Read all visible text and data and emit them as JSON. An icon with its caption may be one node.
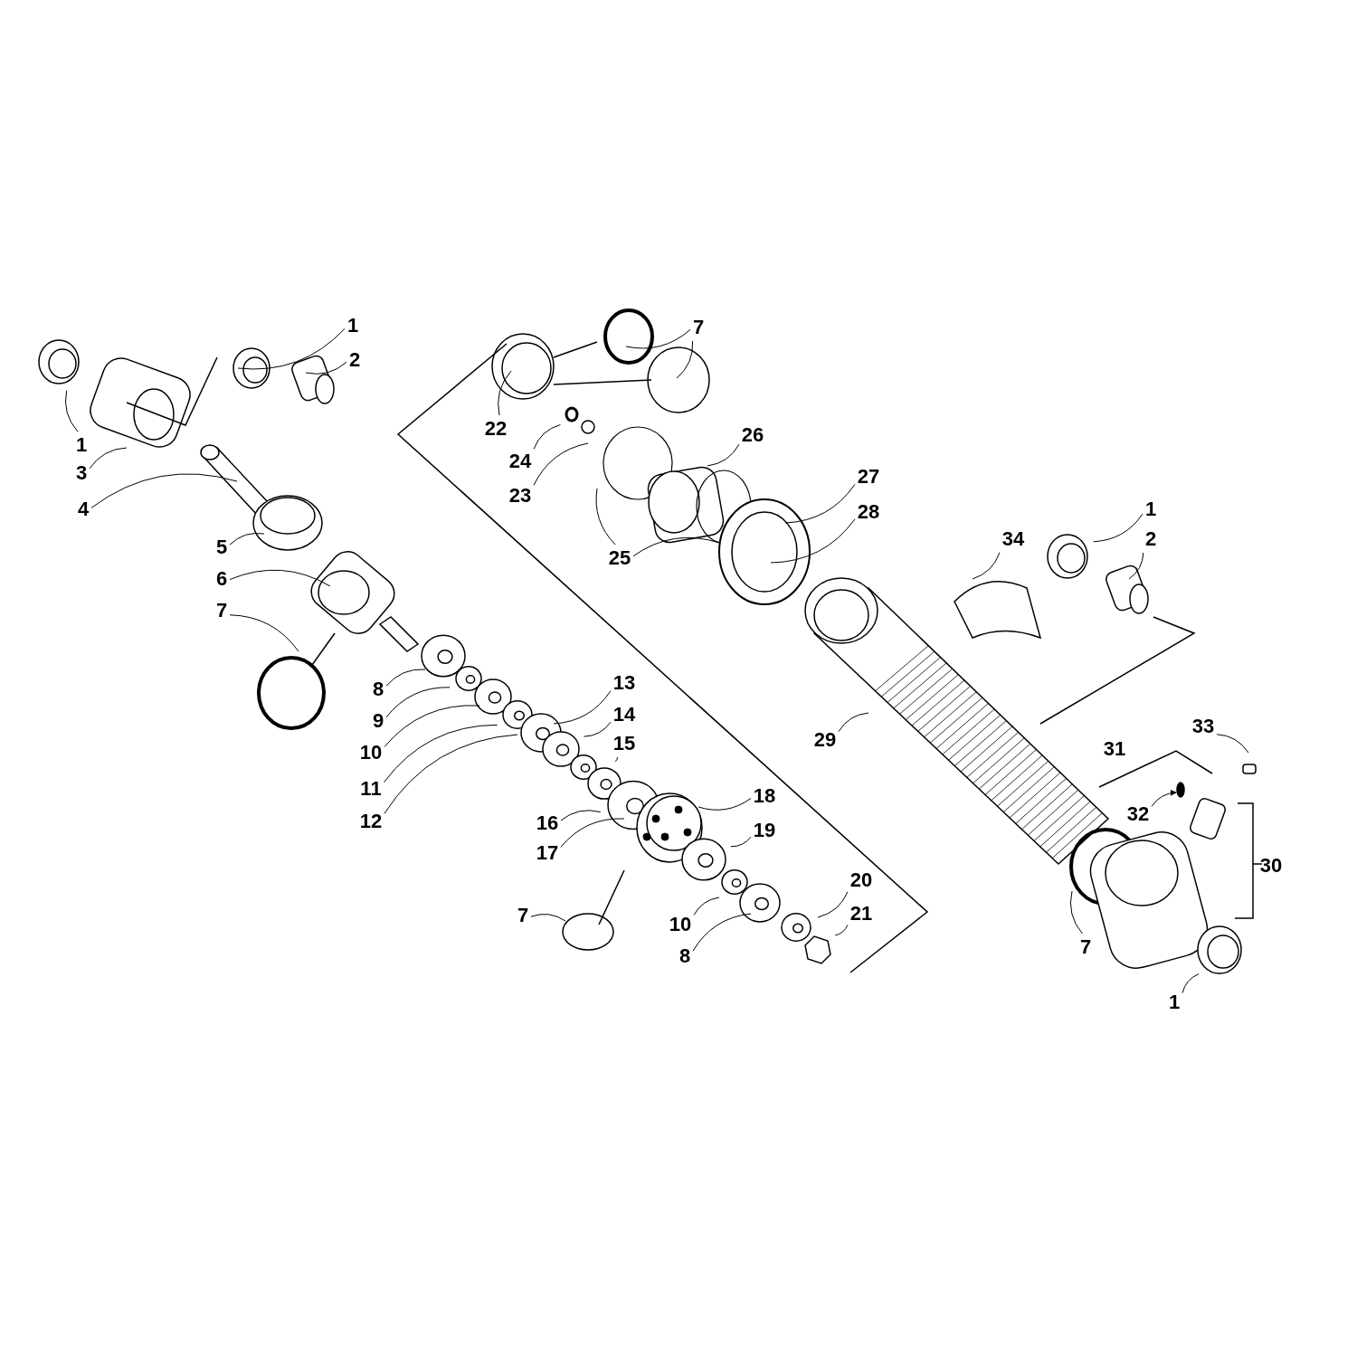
{
  "diagram": {
    "nodes": [
      {
        "text": [
          "1"
        ]
      },
      {
        "text": [
          "2"
        ]
      },
      {
        "text": [
          "1"
        ]
      },
      {
        "text": [
          "3"
        ]
      },
      {
        "text": [
          "4"
        ]
      },
      {
        "text": [
          "5"
        ]
      },
      {
        "text": [
          "6"
        ]
      },
      {
        "text": [
          "7"
        ]
      },
      {
        "text": [
          "8"
        ]
      },
      {
        "text": [
          "9"
        ]
      },
      {
        "text": [
          "10"
        ]
      },
      {
        "text": [
          "11"
        ]
      },
      {
        "text": [
          "12"
        ]
      },
      {
        "text": [
          "13"
        ]
      },
      {
        "text": [
          "14"
        ]
      },
      {
        "text": [
          "15"
        ]
      },
      {
        "text": [
          "16"
        ]
      },
      {
        "text": [
          "17"
        ]
      },
      {
        "text": [
          "18"
        ]
      },
      {
        "text": [
          "19"
        ]
      },
      {
        "text": [
          "7"
        ]
      },
      {
        "text": [
          "10"
        ]
      },
      {
        "text": [
          "8"
        ]
      },
      {
        "text": [
          "20"
        ]
      },
      {
        "text": [
          "21"
        ]
      },
      {
        "text": [
          "7"
        ]
      },
      {
        "text": [
          "22"
        ]
      },
      {
        "text": [
          "24"
        ]
      },
      {
        "text": [
          "23"
        ]
      },
      {
        "text": [
          "26"
        ]
      },
      {
        "text": [
          "27"
        ]
      },
      {
        "text": [
          "28"
        ]
      },
      {
        "text": [
          "25"
        ]
      },
      {
        "text": [
          "34"
        ]
      },
      {
        "text": [
          "1"
        ]
      },
      {
        "text": [
          "2"
        ]
      },
      {
        "text": [
          "29"
        ]
      },
      {
        "text": [
          "31"
        ]
      },
      {
        "text": [
          "33"
        ]
      },
      {
        "text": [
          "32"
        ]
      },
      {
        "text": [
          "30"
        ]
      },
      {
        "text": [
          "7"
        ]
      },
      {
        "text": [
          "1"
        ]
      }
    ],
    "edges": [
      {
        "from": 0,
        "to": null,
        "arrow": "none"
      },
      {
        "from": 1,
        "to": null,
        "arrow": "none"
      },
      {
        "from": 2,
        "to": null,
        "arrow": "none"
      },
      {
        "from": 3,
        "to": null,
        "arrow": "none"
      },
      {
        "from": 4,
        "to": null,
        "arrow": "none"
      },
      {
        "from": 5,
        "to": null,
        "arrow": "none"
      },
      {
        "from": 6,
        "to": null,
        "arrow": "none"
      },
      {
        "from": 7,
        "to": null,
        "arrow": "none"
      },
      {
        "from": 8,
        "to": null,
        "arrow": "none"
      },
      {
        "from": 9,
        "to": null,
        "arrow": "none"
      },
      {
        "from": 10,
        "to": null,
        "arrow": "none"
      },
      {
        "from": 11,
        "to": null,
        "arrow": "none"
      },
      {
        "from": 12,
        "to": null,
        "arrow": "none"
      },
      {
        "from": 13,
        "to": null,
        "arrow": "none"
      },
      {
        "from": 14,
        "to": null,
        "arrow": "none"
      },
      {
        "from": 15,
        "to": null,
        "arrow": "none"
      },
      {
        "from": 16,
        "to": null,
        "arrow": "none"
      },
      {
        "from": 17,
        "to": null,
        "arrow": "none"
      },
      {
        "from": 18,
        "to": null,
        "arrow": "none"
      },
      {
        "from": 19,
        "to": null,
        "arrow": "none"
      },
      {
        "from": 20,
        "to": null,
        "arrow": "none"
      },
      {
        "from": 21,
        "to": null,
        "arrow": "none"
      },
      {
        "from": 22,
        "to": null,
        "arrow": "none"
      },
      {
        "from": 23,
        "to": null,
        "arrow": "none"
      },
      {
        "from": 24,
        "to": null,
        "arrow": "none"
      },
      {
        "from": 25,
        "to": null,
        "arrow": "none"
      },
      {
        "from": 25,
        "to": null,
        "arrow": "none"
      },
      {
        "from": 26,
        "to": null,
        "arrow": "none"
      },
      {
        "from": 27,
        "to": null,
        "arrow": "none"
      },
      {
        "from": 28,
        "to": null,
        "arrow": "none"
      },
      {
        "from": 29,
        "to": null,
        "arrow": "none"
      },
      {
        "from": 30,
        "to": null,
        "arrow": "none"
      },
      {
        "from": 31,
        "to": null,
        "arrow": "none"
      },
      {
        "from": 32,
        "to": null,
        "arrow": "none"
      },
      {
        "from": 32,
        "to": null,
        "arrow": "none"
      },
      {
        "from": 33,
        "to": null,
        "arrow": "none"
      },
      {
        "from": 34,
        "to": null,
        "arrow": "none"
      },
      {
        "from": 35,
        "to": null,
        "arrow": "none"
      },
      {
        "from": 36,
        "to": null,
        "arrow": "none"
      },
      {
        "from": 38,
        "to": null,
        "arrow": "none"
      },
      {
        "from": 39,
        "to": null,
        "arrow": "to"
      },
      {
        "from": 41,
        "to": null,
        "arrow": "none"
      },
      {
        "from": 42,
        "to": null,
        "arrow": "none"
      }
    ]
  }
}
